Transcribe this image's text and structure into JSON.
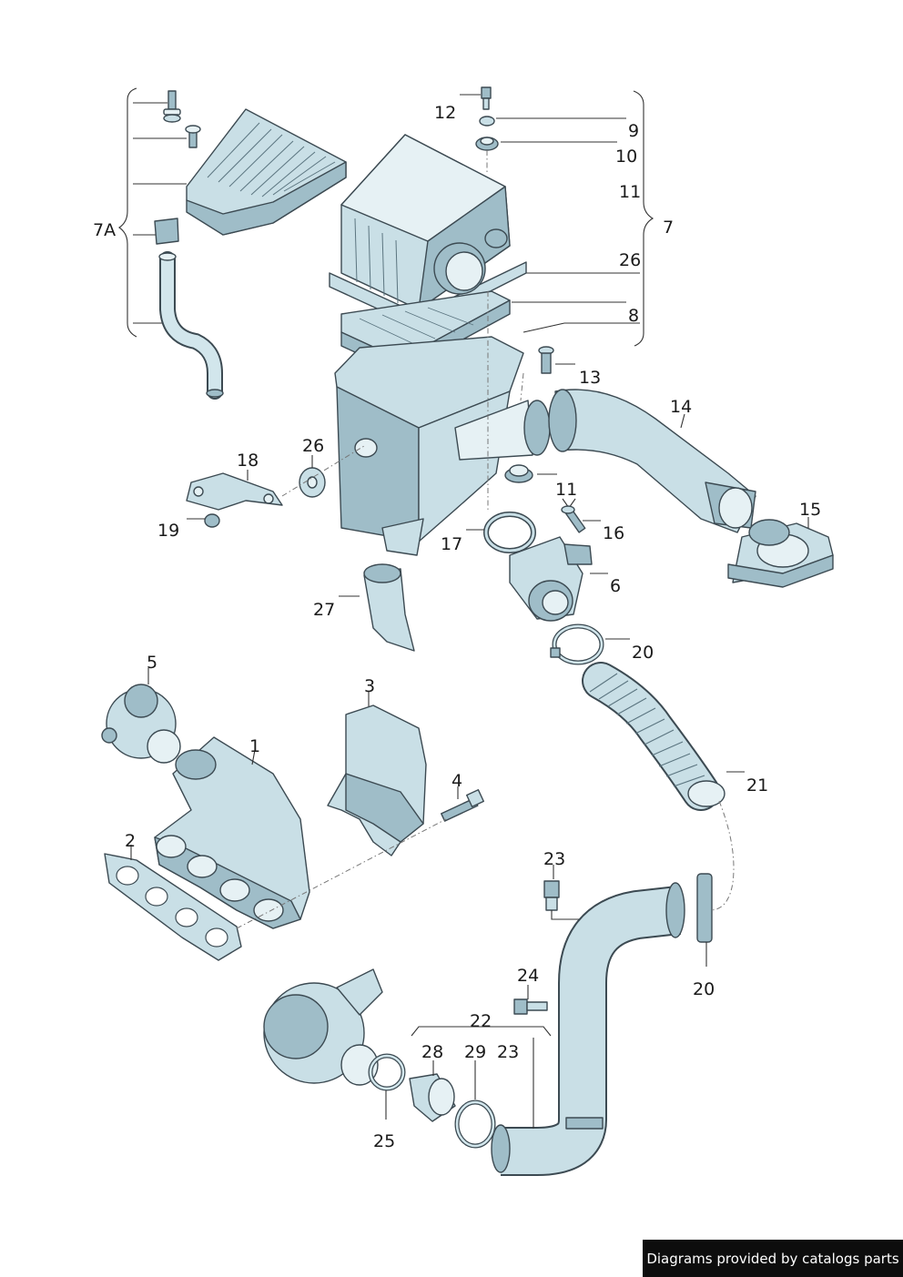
{
  "callouts": {
    "c1": "1",
    "c2": "2",
    "c3": "3",
    "c4": "4",
    "c5": "5",
    "c6": "6",
    "c7": "7",
    "c7A": "7A",
    "c8": "8",
    "c9": "9",
    "c10": "10",
    "c11a": "11",
    "c11b": "11",
    "c12": "12",
    "c13": "13",
    "c14": "14",
    "c15": "15",
    "c16": "16",
    "c17": "17",
    "c18": "18",
    "c19": "19",
    "c20a": "20",
    "c20b": "20",
    "c21": "21",
    "c22": "22",
    "c23a": "23",
    "c23b": "23",
    "c24": "24",
    "c25": "25",
    "c26a": "26",
    "c26b": "26",
    "c27": "27",
    "c28": "28",
    "c29": "29"
  },
  "footer": {
    "credit": "Diagrams provided by catalogs parts"
  }
}
